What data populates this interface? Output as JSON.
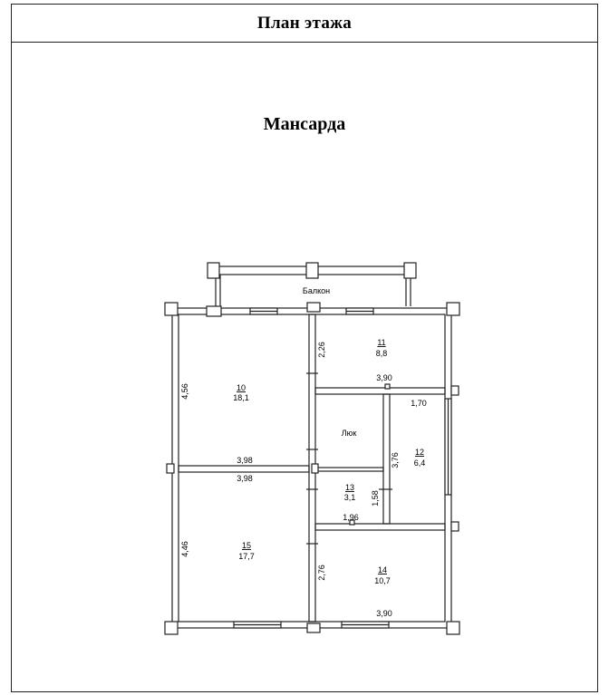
{
  "header": {
    "title": "План этажа"
  },
  "plan": {
    "subtitle": "Мансарда",
    "balcony_label": "Балкон",
    "hatch_label": "Люк",
    "rooms": [
      {
        "number": "10",
        "area": "18,1"
      },
      {
        "number": "11",
        "area": "8,8"
      },
      {
        "number": "12",
        "area": "6,4"
      },
      {
        "number": "13",
        "area": "3,1"
      },
      {
        "number": "14",
        "area": "10,7"
      },
      {
        "number": "15",
        "area": "17,7"
      }
    ],
    "dimensions": {
      "left_top": "4,56",
      "left_bottom": "4,46",
      "corridor_top": "2,26",
      "corridor_bottom": "2,76",
      "room11_width": "3,90",
      "room12_width": "1,70",
      "room12_height": "3,76",
      "room13_height": "1,58",
      "room13_width": "1,96",
      "mid_wall_above": "3,98",
      "mid_wall_below": "3,98",
      "room14_width": "3,90"
    }
  }
}
